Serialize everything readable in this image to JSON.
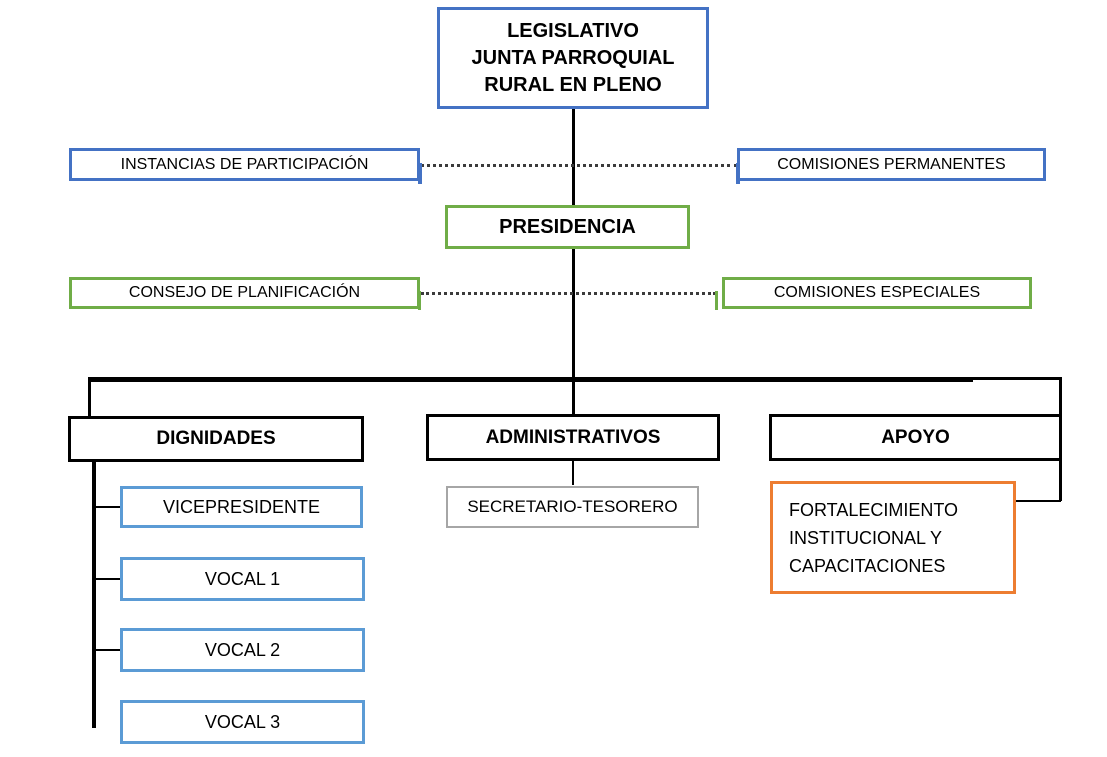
{
  "diagram": {
    "title": "Organigrama Junta Parroquial Rural",
    "colors": {
      "blue_dark": "#4472C4",
      "blue_light": "#5B9BD5",
      "green": "#70AD47",
      "gray": "#A6A6A6",
      "orange": "#ED7D31",
      "black": "#000000",
      "background": "#FFFFFF"
    },
    "nodes": {
      "legislativo": {
        "label": "LEGISLATIVO\nJUNTA PARROQUIAL\nRURAL EN PLENO",
        "border_color": "#4472C4",
        "level": "legislativo"
      },
      "instancias_participacion": {
        "label": "INSTANCIAS  DE PARTICIPACIÓN",
        "border_color": "#4472C4",
        "level": "apoyo-legislativo"
      },
      "comisiones_permanentes": {
        "label": "COMISIONES  PERMANENTES",
        "border_color": "#4472C4",
        "level": "apoyo-legislativo"
      },
      "presidencia": {
        "label": "PRESIDENCIA",
        "border_color": "#70AD47",
        "level": "ejecutivo"
      },
      "consejo_planificacion": {
        "label": "CONSEJO DE PLANIFICACIÓN",
        "border_color": "#70AD47",
        "level": "apoyo-ejecutivo"
      },
      "comisiones_especiales": {
        "label": "COMISIONES  ESPECIALES",
        "border_color": "#70AD47",
        "level": "apoyo-ejecutivo"
      },
      "dignidades": {
        "label": "DIGNIDADES",
        "border_color": "#000000",
        "level": "area"
      },
      "administrativos": {
        "label": "ADMINISTRATIVOS",
        "border_color": "#000000",
        "level": "area"
      },
      "apoyo": {
        "label": "APOYO",
        "border_color": "#000000",
        "level": "area"
      },
      "vicepresidente": {
        "label": "VICEPRESIDENTE",
        "border_color": "#5B9BD5",
        "level": "cargo"
      },
      "vocal_1": {
        "label": "VOCAL 1",
        "border_color": "#5B9BD5",
        "level": "cargo"
      },
      "vocal_2": {
        "label": "VOCAL 2",
        "border_color": "#5B9BD5",
        "level": "cargo"
      },
      "vocal_3": {
        "label": "VOCAL 3",
        "border_color": "#5B9BD5",
        "level": "cargo"
      },
      "secretario_tesorero": {
        "label": "SECRETARIO-TESORERO",
        "border_color": "#A6A6A6",
        "level": "cargo"
      },
      "fortalecimiento": {
        "label": "FORTALECIMIENTO\nINSTITUCIONAL   Y\nCAPACITACIONES",
        "border_color": "#ED7D31",
        "level": "cargo"
      }
    }
  }
}
